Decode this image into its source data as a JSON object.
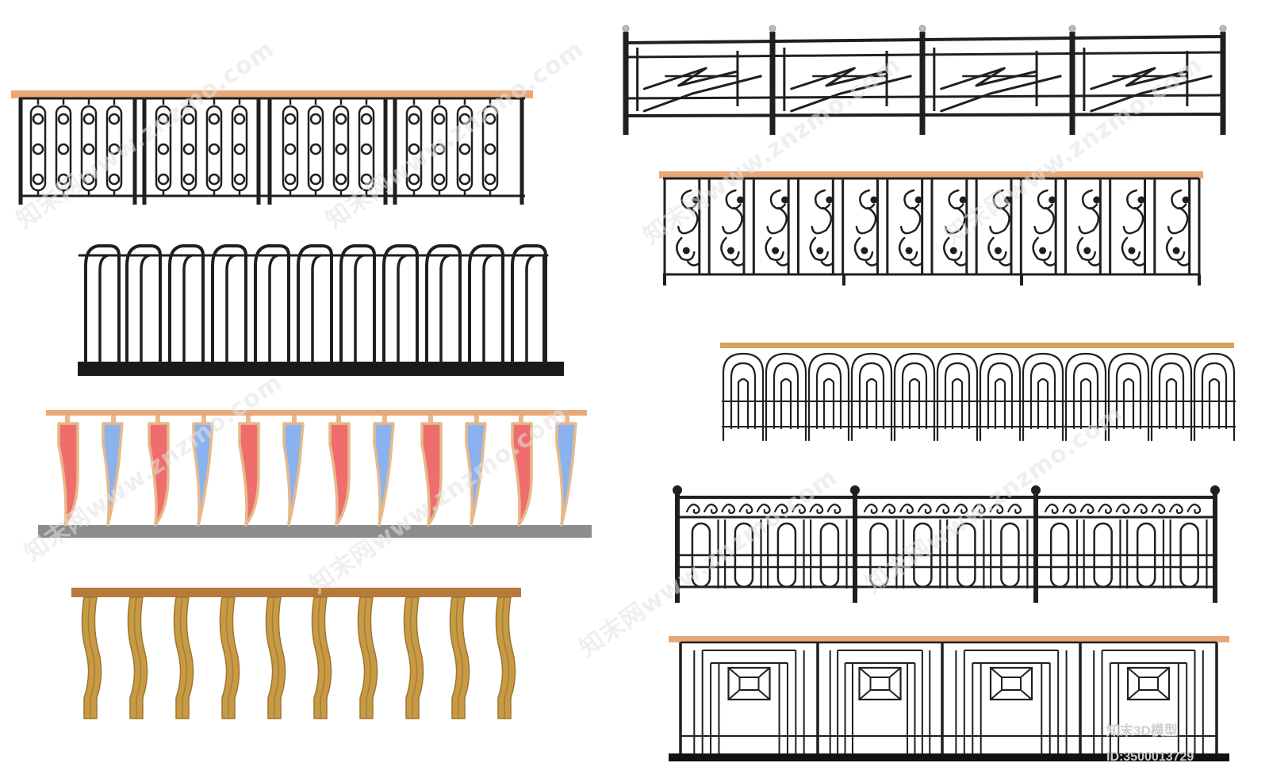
{
  "watermarks": [
    "知末网www.znzmo.com",
    "知末网www.znzmo.com",
    "知末网www.znzmo.com",
    "知末网www.znzmo.com",
    "知末网www.znzmo.com",
    "知末网www.znzmo.com",
    "知末网www.znzmo.com",
    "知末网www.znzmo.com"
  ],
  "badge": {
    "brand": "知末3D模型",
    "id": "ID:3500013729"
  },
  "colors": {
    "iron": "#1f1f1f",
    "handrail_copper": "#e8a878",
    "handrail_wood": "#b77a3a",
    "handrail_tan": "#d7a35a",
    "panel_red": "#ef6d6d",
    "panel_blue": "#8ab2ef",
    "panel_frame": "#e6b98a",
    "base_grey": "#8c8c8c",
    "wood_post": "#c89a44"
  }
}
